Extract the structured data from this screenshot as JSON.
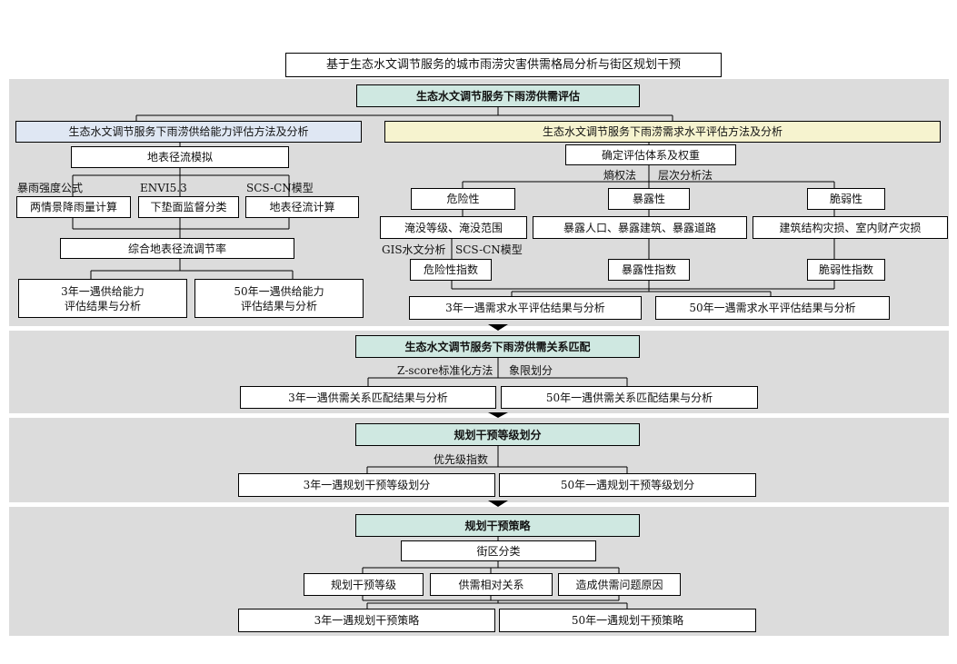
{
  "title": "基于生态水文调节服务的城市雨涝灾害供需格局分析与街区规划干预",
  "s1": {
    "header": "生态水文调节服务下雨涝供需评估",
    "supply": {
      "header": "生态水文调节服务下雨涝供给能力评估方法及分析",
      "runoff_sim": "地表径流模拟",
      "lbl_rainstorm": "暴雨强度公式",
      "lbl_envi": "ENVI5.3",
      "lbl_scs": "SCS-CN模型",
      "box_rainfall": "两情景降雨量计算",
      "box_underlying": "下垫面监督分类",
      "box_runoff_calc": "地表径流计算",
      "box_composite": "综合地表径流调节率",
      "res3_line1": "3年一遇供给能力",
      "res3_line2": "评估结果与分析",
      "res50_line1": "50年一遇供给能力",
      "res50_line2": "评估结果与分析"
    },
    "demand": {
      "header": "生态水文调节服务下雨涝需求水平评估方法及分析",
      "index_system": "确定评估体系及权重",
      "lbl_entropy": "熵权法",
      "lbl_ahp": "层次分析法",
      "hazard": "危险性",
      "exposure": "暴露性",
      "vulnerability": "脆弱性",
      "hazard_detail": "淹没等级、淹没范围",
      "exposure_detail": "暴露人口、暴露建筑、暴露道路",
      "vuln_detail": "建筑结构灾损、室内财产灾损",
      "lbl_gis": "GIS水文分析",
      "lbl_scs": "SCS-CN模型",
      "hazard_index": "危险性指数",
      "exposure_index": "暴露性指数",
      "vuln_index": "脆弱性指数",
      "res3": "3年一遇需求水平评估结果与分析",
      "res50": "50年一遇需求水平评估结果与分析"
    }
  },
  "s2": {
    "header": "生态水文调节服务下雨涝供需关系匹配",
    "lbl_zscore": "Z-score标准化方法",
    "lbl_quadrant": "象限划分",
    "res3": "3年一遇供需关系匹配结果与分析",
    "res50": "50年一遇供需关系匹配结果与分析"
  },
  "s3": {
    "header": "规划干预等级划分",
    "lbl_priority": "优先级指数",
    "res3": "3年一遇规划干预等级划分",
    "res50": "50年一遇规划干预等级划分"
  },
  "s4": {
    "header": "规划干预策略",
    "block": "街区分类",
    "level": "规划干预等级",
    "relation": "供需相对关系",
    "cause": "造成供需问题原因",
    "res3": "3年一遇规划干预策略",
    "res50": "50年一遇规划干预策略"
  },
  "colors": {
    "panel": "#dcdcdc",
    "teal": "#cfe8e1",
    "blue": "#dfe7f3",
    "yellow": "#f6f3cf"
  }
}
